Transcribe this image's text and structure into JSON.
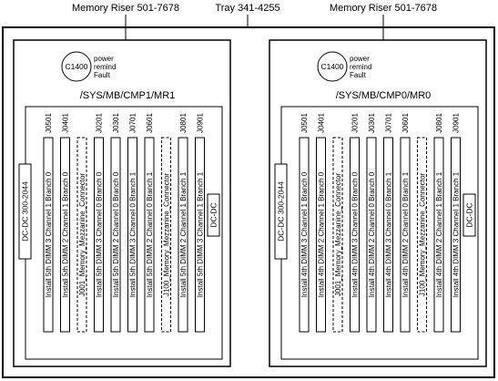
{
  "labels": {
    "riser_left": "Memory Riser 501-7678",
    "tray": "Tray 341-4255",
    "riser_right": "Memory Riser 501-7678"
  },
  "risers": [
    {
      "id": "left",
      "path": "/SYS/MB/CMP1/MR1",
      "led_code": "C1400",
      "led_labels": [
        "power",
        "remind",
        "Fault"
      ],
      "dc_dc_left": "DC-DC 300-2044",
      "dc_dc_right": "DC-DC",
      "slots": [
        {
          "ref": "J0501",
          "label": "Install 5th  DIMM 3  Channel  1 Branch 0",
          "style": "solid"
        },
        {
          "ref": "J0401",
          "label": "Install 5th  DIMM 2  Channel  1 Branch 0",
          "style": "solid"
        },
        {
          "ref": "",
          "label": "J001_Memory_Mezzanine_Connector",
          "style": "dashed"
        },
        {
          "ref": "J0201",
          "label": "Install 5th  DIMM 3  Channel  0 Branch 0",
          "style": "solid"
        },
        {
          "ref": "J0301",
          "label": "Install 5th  DIMM 2  Channel  0 Branch 0",
          "style": "solid"
        },
        {
          "ref": "J0701",
          "label": "Install 5th  DIMM 3  Channel  0 Branch 1",
          "style": "solid"
        },
        {
          "ref": "J0601",
          "label": "Install 5th  DIMM 2  Channel  0 Branch 1",
          "style": "solid"
        },
        {
          "ref": "",
          "label": "J100_Memory_Mezzanine_Connector",
          "style": "dashed"
        },
        {
          "ref": "J0801",
          "label": "Install 5th  DIMM 2  Channel  1 Branch 1",
          "style": "solid"
        },
        {
          "ref": "J0901",
          "label": "Install 5th  DIMM 3  Channel  1 Branch 1",
          "style": "solid"
        }
      ]
    },
    {
      "id": "right",
      "path": "/SYS/MB/CMP0/MR0",
      "led_code": "C1400",
      "led_labels": [
        "power",
        "remind",
        "Fault"
      ],
      "dc_dc_left": "DC-DC 300-2044",
      "dc_dc_right": "DC-DC",
      "slots": [
        {
          "ref": "J0501",
          "label": "Install 4th  DIMM 3  Channel  1 Branch 0",
          "style": "solid"
        },
        {
          "ref": "J0401",
          "label": "Install 4th  DIMM 2  Channel  1 Branch 0",
          "style": "solid"
        },
        {
          "ref": "",
          "label": "J001_Memory_Mezzanine_Connector",
          "style": "dashed"
        },
        {
          "ref": "J0201",
          "label": "Install 4th  DIMM 3  Channel  0 Branch 0",
          "style": "solid"
        },
        {
          "ref": "J0301",
          "label": "Install 4th  DIMM 2  Channel  0 Branch 0",
          "style": "solid"
        },
        {
          "ref": "J0701",
          "label": "Install 4th  DIMM 3  Channel  0 Branch 1",
          "style": "solid"
        },
        {
          "ref": "J0601",
          "label": "Install 4th  DIMM 2  Channel  0 Branch 1",
          "style": "solid"
        },
        {
          "ref": "",
          "label": "J100_Memory_Mezzanine_Connector",
          "style": "dashed"
        },
        {
          "ref": "J0801",
          "label": "Install 4th  DIMM 2  Channel  1 Branch 1",
          "style": "solid"
        },
        {
          "ref": "J0901",
          "label": "Install 4th  DIMM 3  Channel  1 Branch 1",
          "style": "solid"
        }
      ]
    }
  ]
}
